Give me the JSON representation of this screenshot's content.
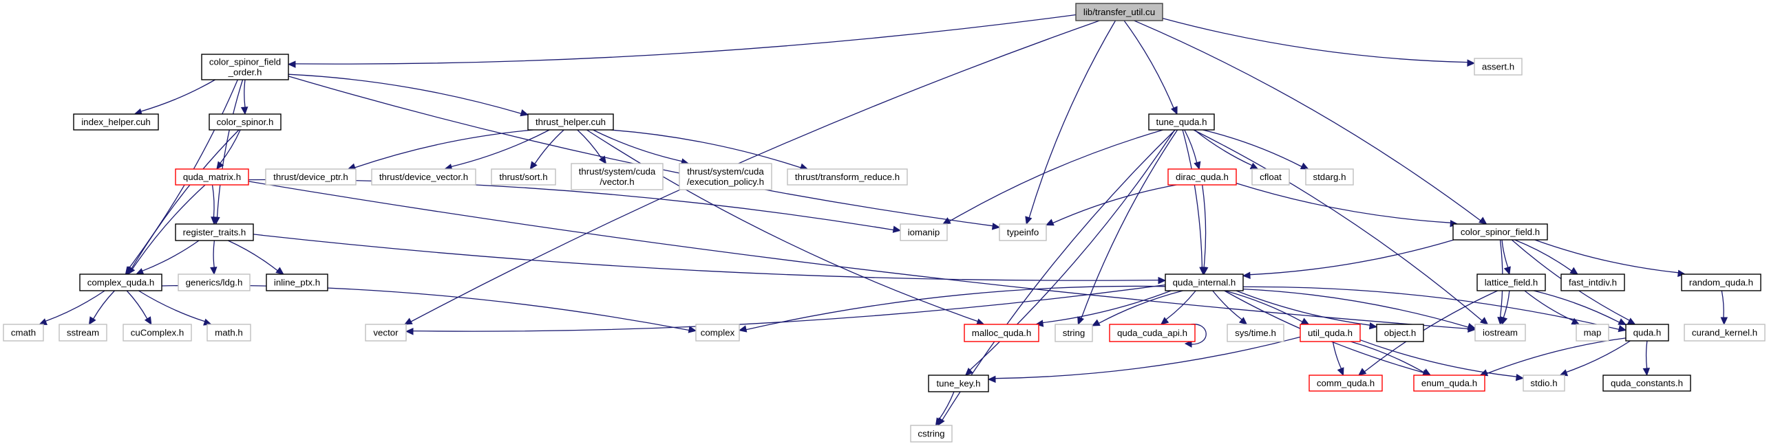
{
  "title": "lib/transfer_util.cu include dependency graph",
  "legend": {
    "edge_color": "#191970",
    "main_fill": "#bfbfbf",
    "documented_border": "#000000",
    "incomplete_border": "#ff0000",
    "external_border": "#bfbfbf"
  },
  "nodes": [
    {
      "id": "transfer_util",
      "lines": [
        "lib/transfer_util.cu"
      ],
      "kind": "main"
    },
    {
      "id": "csfo",
      "lines": [
        "color_spinor_field",
        "_order.h"
      ],
      "kind": "doc"
    },
    {
      "id": "assert",
      "lines": [
        "assert.h"
      ],
      "kind": "ext"
    },
    {
      "id": "index_helper",
      "lines": [
        "index_helper.cuh"
      ],
      "kind": "doc"
    },
    {
      "id": "color_spinor",
      "lines": [
        "color_spinor.h"
      ],
      "kind": "doc"
    },
    {
      "id": "thrust_helper",
      "lines": [
        "thrust_helper.cuh"
      ],
      "kind": "doc"
    },
    {
      "id": "tune_quda",
      "lines": [
        "tune_quda.h"
      ],
      "kind": "doc"
    },
    {
      "id": "quda_matrix",
      "lines": [
        "quda_matrix.h"
      ],
      "kind": "red"
    },
    {
      "id": "t_device_ptr",
      "lines": [
        "thrust/device_ptr.h"
      ],
      "kind": "ext"
    },
    {
      "id": "t_device_vector",
      "lines": [
        "thrust/device_vector.h"
      ],
      "kind": "ext"
    },
    {
      "id": "t_sort",
      "lines": [
        "thrust/sort.h"
      ],
      "kind": "ext"
    },
    {
      "id": "t_sys_vector",
      "lines": [
        "thrust/system/cuda",
        "/vector.h"
      ],
      "kind": "ext"
    },
    {
      "id": "t_exec_policy",
      "lines": [
        "thrust/system/cuda",
        "/execution_policy.h"
      ],
      "kind": "ext"
    },
    {
      "id": "t_transform_reduce",
      "lines": [
        "thrust/transform_reduce.h"
      ],
      "kind": "ext"
    },
    {
      "id": "dirac_quda",
      "lines": [
        "dirac_quda.h"
      ],
      "kind": "red"
    },
    {
      "id": "cfloat",
      "lines": [
        "cfloat"
      ],
      "kind": "ext"
    },
    {
      "id": "stdarg",
      "lines": [
        "stdarg.h"
      ],
      "kind": "ext"
    },
    {
      "id": "register_traits",
      "lines": [
        "register_traits.h"
      ],
      "kind": "doc"
    },
    {
      "id": "iomanip",
      "lines": [
        "iomanip"
      ],
      "kind": "ext"
    },
    {
      "id": "typeinfo",
      "lines": [
        "typeinfo"
      ],
      "kind": "ext"
    },
    {
      "id": "color_spinor_field",
      "lines": [
        "color_spinor_field.h"
      ],
      "kind": "doc"
    },
    {
      "id": "complex_quda",
      "lines": [
        "complex_quda.h"
      ],
      "kind": "doc"
    },
    {
      "id": "generics_ldg",
      "lines": [
        "generics/ldg.h"
      ],
      "kind": "ext"
    },
    {
      "id": "inline_ptx",
      "lines": [
        "inline_ptx.h"
      ],
      "kind": "doc"
    },
    {
      "id": "quda_internal",
      "lines": [
        "quda_internal.h"
      ],
      "kind": "doc"
    },
    {
      "id": "lattice_field",
      "lines": [
        "lattice_field.h"
      ],
      "kind": "doc"
    },
    {
      "id": "fast_intdiv",
      "lines": [
        "fast_intdiv.h"
      ],
      "kind": "doc"
    },
    {
      "id": "random_quda",
      "lines": [
        "random_quda.h"
      ],
      "kind": "doc"
    },
    {
      "id": "cmath",
      "lines": [
        "cmath"
      ],
      "kind": "ext"
    },
    {
      "id": "sstream",
      "lines": [
        "sstream"
      ],
      "kind": "ext"
    },
    {
      "id": "cuComplex",
      "lines": [
        "cuComplex.h"
      ],
      "kind": "ext"
    },
    {
      "id": "math_h",
      "lines": [
        "math.h"
      ],
      "kind": "ext"
    },
    {
      "id": "vector",
      "lines": [
        "vector"
      ],
      "kind": "ext"
    },
    {
      "id": "complex",
      "lines": [
        "complex"
      ],
      "kind": "ext"
    },
    {
      "id": "malloc_quda",
      "lines": [
        "malloc_quda.h"
      ],
      "kind": "red"
    },
    {
      "id": "string",
      "lines": [
        "string"
      ],
      "kind": "ext"
    },
    {
      "id": "quda_cuda_api",
      "lines": [
        "quda_cuda_api.h"
      ],
      "kind": "red"
    },
    {
      "id": "sys_time",
      "lines": [
        "sys/time.h"
      ],
      "kind": "ext"
    },
    {
      "id": "util_quda",
      "lines": [
        "util_quda.h"
      ],
      "kind": "red"
    },
    {
      "id": "object",
      "lines": [
        "object.h"
      ],
      "kind": "doc"
    },
    {
      "id": "iostream",
      "lines": [
        "iostream"
      ],
      "kind": "ext"
    },
    {
      "id": "map",
      "lines": [
        "map"
      ],
      "kind": "ext"
    },
    {
      "id": "quda_h",
      "lines": [
        "quda.h"
      ],
      "kind": "doc"
    },
    {
      "id": "curand_kernel",
      "lines": [
        "curand_kernel.h"
      ],
      "kind": "ext"
    },
    {
      "id": "tune_key",
      "lines": [
        "tune_key.h"
      ],
      "kind": "doc"
    },
    {
      "id": "comm_quda",
      "lines": [
        "comm_quda.h"
      ],
      "kind": "red"
    },
    {
      "id": "enum_quda",
      "lines": [
        "enum_quda.h"
      ],
      "kind": "red"
    },
    {
      "id": "stdio",
      "lines": [
        "stdio.h"
      ],
      "kind": "ext"
    },
    {
      "id": "quda_constants",
      "lines": [
        "quda_constants.h"
      ],
      "kind": "doc"
    },
    {
      "id": "cstring",
      "lines": [
        "cstring"
      ],
      "kind": "ext"
    }
  ],
  "edges": [
    [
      "transfer_util",
      "csfo"
    ],
    [
      "transfer_util",
      "assert"
    ],
    [
      "transfer_util",
      "tune_quda"
    ],
    [
      "transfer_util",
      "typeinfo"
    ],
    [
      "transfer_util",
      "color_spinor_field"
    ],
    [
      "transfer_util",
      "vector"
    ],
    [
      "csfo",
      "index_helper"
    ],
    [
      "csfo",
      "color_spinor"
    ],
    [
      "csfo",
      "thrust_helper"
    ],
    [
      "csfo",
      "register_traits"
    ],
    [
      "csfo",
      "complex_quda"
    ],
    [
      "csfo",
      "typeinfo"
    ],
    [
      "color_spinor",
      "quda_matrix"
    ],
    [
      "color_spinor",
      "complex_quda"
    ],
    [
      "quda_matrix",
      "register_traits"
    ],
    [
      "quda_matrix",
      "complex_quda"
    ],
    [
      "quda_matrix",
      "iomanip"
    ],
    [
      "quda_matrix",
      "iostream"
    ],
    [
      "register_traits",
      "complex_quda"
    ],
    [
      "register_traits",
      "generics_ldg"
    ],
    [
      "register_traits",
      "inline_ptx"
    ],
    [
      "register_traits",
      "quda_internal"
    ],
    [
      "complex_quda",
      "cmath"
    ],
    [
      "complex_quda",
      "sstream"
    ],
    [
      "complex_quda",
      "cuComplex"
    ],
    [
      "complex_quda",
      "math_h"
    ],
    [
      "complex_quda",
      "complex"
    ],
    [
      "thrust_helper",
      "t_device_ptr"
    ],
    [
      "thrust_helper",
      "t_device_vector"
    ],
    [
      "thrust_helper",
      "t_sort"
    ],
    [
      "thrust_helper",
      "t_sys_vector"
    ],
    [
      "thrust_helper",
      "t_exec_policy"
    ],
    [
      "thrust_helper",
      "t_transform_reduce"
    ],
    [
      "thrust_helper",
      "malloc_quda"
    ],
    [
      "tune_quda",
      "dirac_quda"
    ],
    [
      "tune_quda",
      "cfloat"
    ],
    [
      "tune_quda",
      "stdarg"
    ],
    [
      "tune_quda",
      "iomanip"
    ],
    [
      "tune_quda",
      "quda_internal"
    ],
    [
      "tune_quda",
      "string"
    ],
    [
      "tune_quda",
      "tune_key"
    ],
    [
      "tune_quda",
      "cstring"
    ],
    [
      "tune_quda",
      "iostream"
    ],
    [
      "dirac_quda",
      "typeinfo"
    ],
    [
      "dirac_quda",
      "quda_internal"
    ],
    [
      "dirac_quda",
      "color_spinor_field"
    ],
    [
      "color_spinor_field",
      "quda_internal"
    ],
    [
      "color_spinor_field",
      "lattice_field"
    ],
    [
      "color_spinor_field",
      "fast_intdiv"
    ],
    [
      "color_spinor_field",
      "random_quda"
    ],
    [
      "color_spinor_field",
      "iostream"
    ],
    [
      "color_spinor_field",
      "quda_h"
    ],
    [
      "quda_internal",
      "vector"
    ],
    [
      "quda_internal",
      "complex"
    ],
    [
      "quda_internal",
      "malloc_quda"
    ],
    [
      "quda_internal",
      "string"
    ],
    [
      "quda_internal",
      "quda_cuda_api"
    ],
    [
      "quda_internal",
      "sys_time"
    ],
    [
      "quda_internal",
      "util_quda"
    ],
    [
      "quda_internal",
      "object"
    ],
    [
      "quda_internal",
      "iostream"
    ],
    [
      "quda_internal",
      "enum_quda"
    ],
    [
      "quda_internal",
      "quda_h"
    ],
    [
      "quda_cuda_api",
      "quda_cuda_api"
    ],
    [
      "util_quda",
      "tune_key"
    ],
    [
      "util_quda",
      "comm_quda"
    ],
    [
      "util_quda",
      "enum_quda"
    ],
    [
      "util_quda",
      "stdio"
    ],
    [
      "lattice_field",
      "iostream"
    ],
    [
      "lattice_field",
      "map"
    ],
    [
      "lattice_field",
      "quda_h"
    ],
    [
      "lattice_field",
      "comm_quda"
    ],
    [
      "random_quda",
      "curand_kernel"
    ],
    [
      "quda_h",
      "enum_quda"
    ],
    [
      "quda_h",
      "stdio"
    ],
    [
      "quda_h",
      "quda_constants"
    ],
    [
      "tune_key",
      "cstring"
    ]
  ]
}
